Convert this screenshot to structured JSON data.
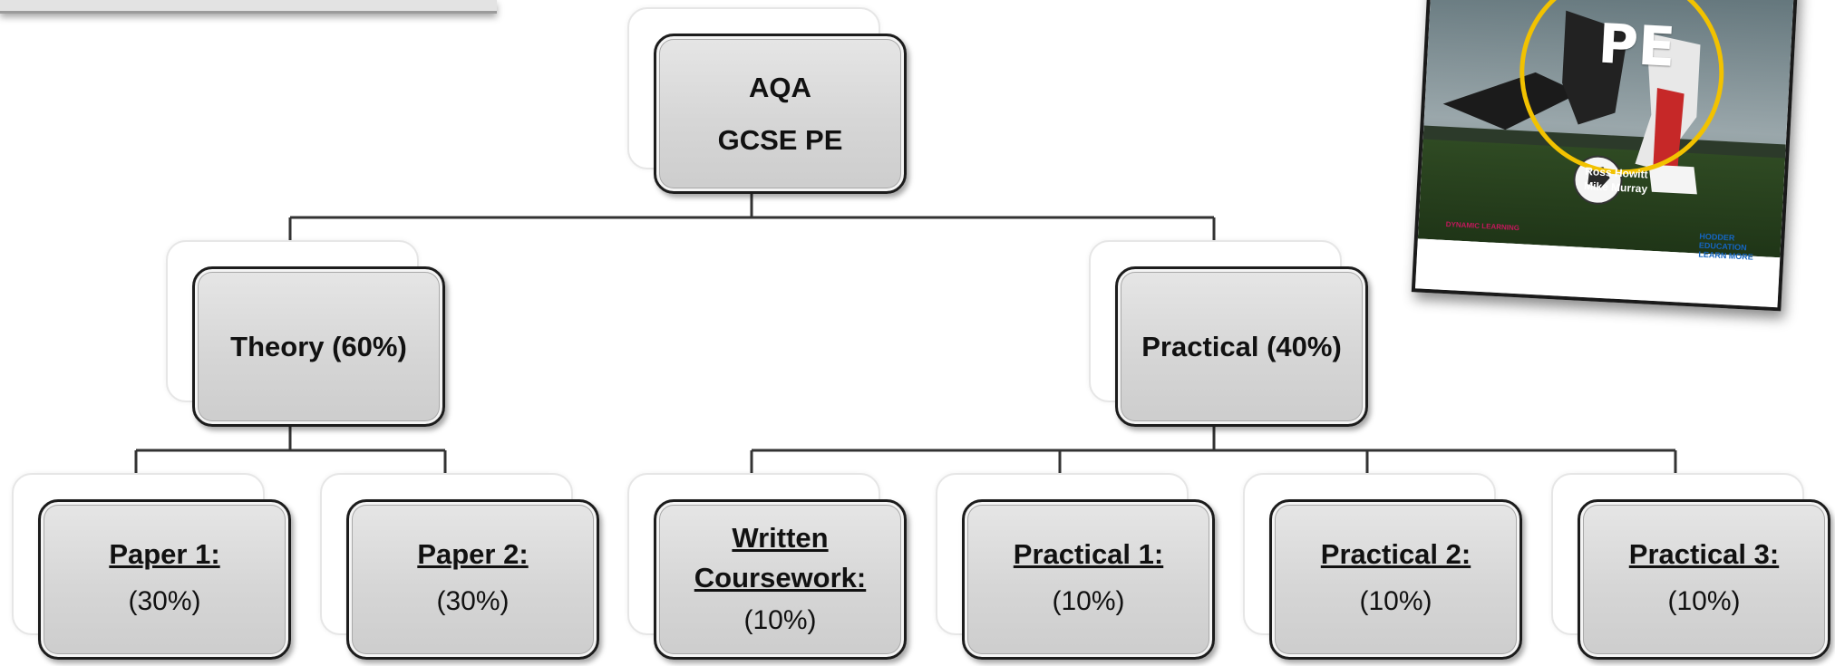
{
  "diagram": {
    "root": {
      "line1": "AQA",
      "line2": "GCSE PE"
    },
    "theory": {
      "label": "Theory (60%)"
    },
    "practical": {
      "label": "Practical (40%)"
    },
    "paper1": {
      "title": "Paper 1:",
      "percent": "(30%)"
    },
    "paper2": {
      "title": "Paper 2:",
      "percent": "(30%)"
    },
    "written": {
      "title_line1": "Written",
      "title_line2": "Coursework:",
      "percent": "(10%)"
    },
    "practical1": {
      "title": "Practical 1:",
      "percent": "(10%)"
    },
    "practical2": {
      "title": "Practical 2:",
      "percent": "(10%)"
    },
    "practical3": {
      "title": "Practical 3:",
      "percent": "(10%)"
    }
  },
  "book": {
    "title": "PE",
    "authors": [
      "Ross Howitt",
      "Mike Murray"
    ],
    "publisher_left": "DYNAMIC LEARNING",
    "publisher_right": "HODDER EDUCATION LEARN MORE"
  },
  "colors": {
    "box_fill": "#d6d6d6",
    "box_border": "#1c1c1c",
    "connector": "#333333",
    "book_ring": "#f2c200",
    "sock": "#c62828"
  }
}
